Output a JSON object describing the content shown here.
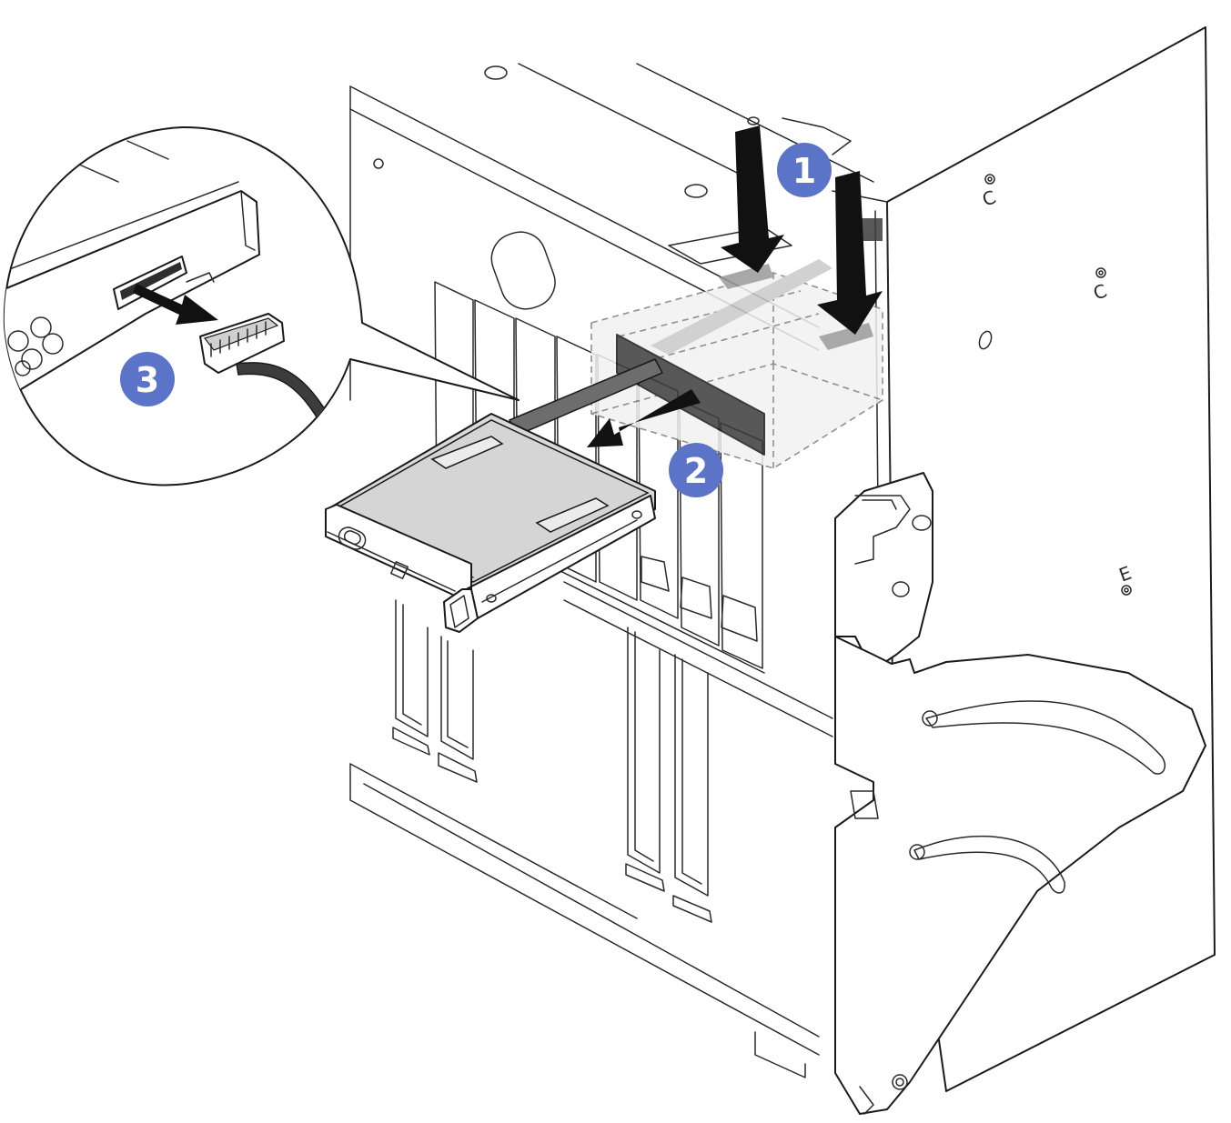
{
  "steps": [
    {
      "label": "1",
      "color": "#5b74c7"
    },
    {
      "label": "2",
      "color": "#5b74c7"
    },
    {
      "label": "3",
      "color": "#5b74c7"
    }
  ],
  "chassis_marks": [
    "C",
    "C",
    "E"
  ],
  "icons": {
    "press_arrow": "down-arrow-icon",
    "slide_arrow": "left-arrow-icon",
    "disconnect_arrow": "pull-arrow-icon"
  }
}
